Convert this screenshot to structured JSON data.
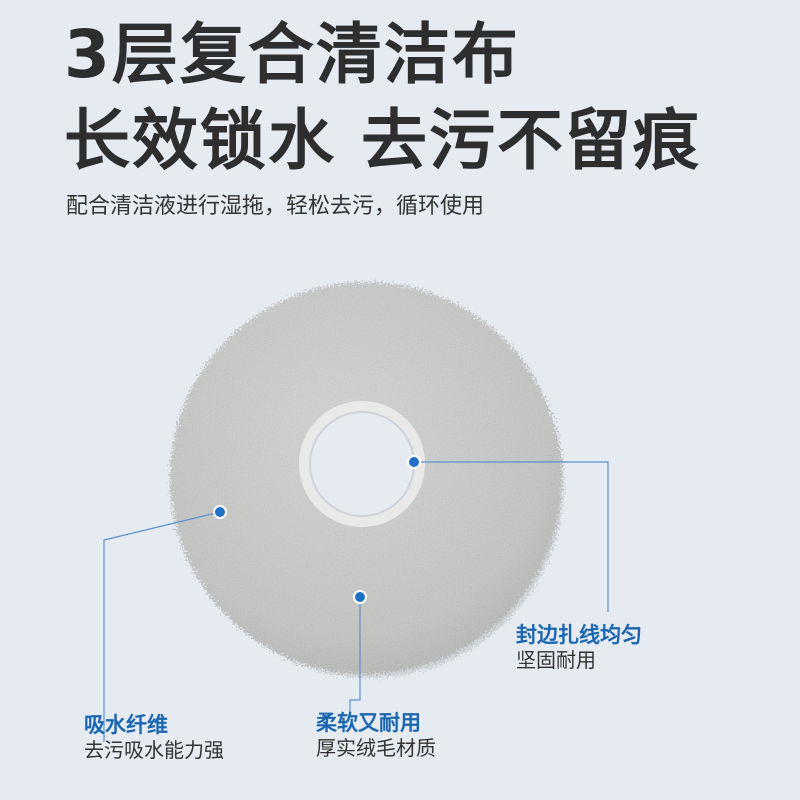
{
  "headline": {
    "line1": "3层复合清洁布",
    "line2": "长效锁水 去污不留痕"
  },
  "subheadline": "配合清洁液进行湿拖，轻松去污，循环使用",
  "callouts": {
    "fiber": {
      "title": "吸水纤维",
      "desc": "去污吸水能力强"
    },
    "soft": {
      "title": "柔软又耐用",
      "desc": "厚实绒毛材质"
    },
    "edge": {
      "title": "封边扎线均匀",
      "desc": "坚固耐用"
    }
  },
  "colors": {
    "background": "#e5ebf1",
    "accent": "#1b66b0",
    "headline": "#2e2e2e"
  }
}
